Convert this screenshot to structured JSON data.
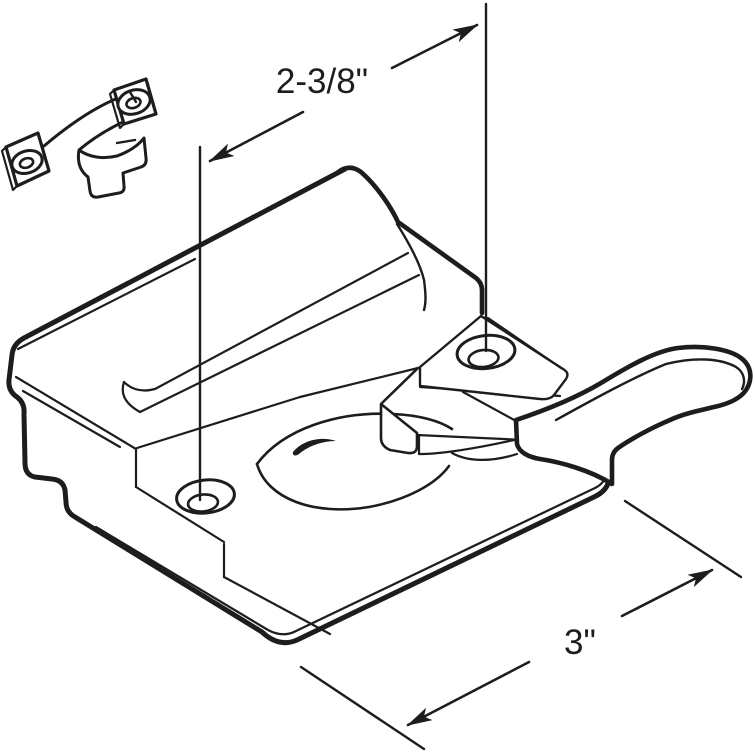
{
  "diagram": {
    "description": "sash-lock-technical-drawing",
    "background_color": "#ffffff",
    "line_color": "#1d1d1b",
    "dimensions": {
      "hole_spacing": {
        "label": "2-3/8\""
      },
      "width": {
        "label": "3\""
      }
    }
  }
}
